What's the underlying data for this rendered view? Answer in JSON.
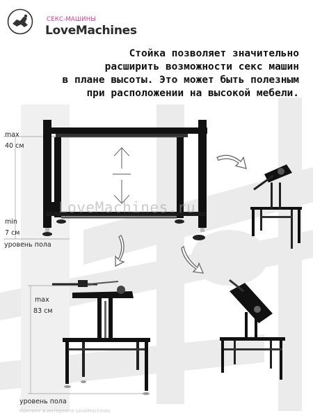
{
  "logo": {
    "subtitle": "СЕКС-МАШИНЫ",
    "name": "LoveMachines"
  },
  "description": {
    "lines": [
      "Стойка позволяет значительно",
      "расширить возможности секс машин",
      "в плане высоты. Это может быть полезным",
      "при расположении на высокой мебели."
    ]
  },
  "top_scale": {
    "max_label": "max",
    "max_value": "40 см",
    "min_label": "min",
    "min_value": "7 см",
    "floor_label": "уровень пола"
  },
  "bottom_scale": {
    "max_label": "max",
    "max_value": "83 см",
    "floor_label": "уровень пола"
  },
  "watermark": "LoveMachines.ru",
  "bottom_watermark": "Контент в интернете LoveMachines",
  "icons": [
    "logo-emblem-icon",
    "up-arrow-icon",
    "down-arrow-icon",
    "curved-arrow-icon"
  ],
  "colors": {
    "brand_pink": "#d23a8a",
    "frame": "#111111",
    "background_graphic": "#e6e6e6"
  }
}
